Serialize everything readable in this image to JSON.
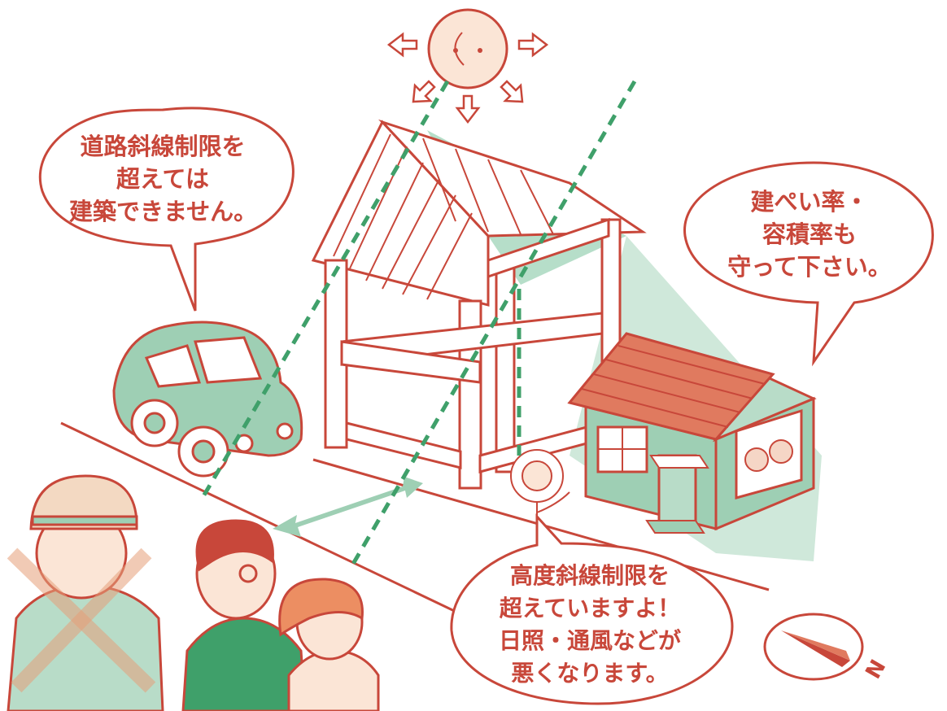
{
  "bubbles": {
    "road": [
      "道路斜線制限を",
      "超えては",
      "建築できません。"
    ],
    "coverage": [
      "建ぺい率・",
      "容積率も",
      "守って下さい。"
    ],
    "height": [
      "高度斜線制限を",
      "超えていますよ！",
      "日照・通風などが",
      "悪くなります。"
    ]
  },
  "compass": {
    "north_label": "N"
  },
  "colors": {
    "line": "#c8473a",
    "green": "#9ecfb4",
    "green_light": "#cfe8da",
    "green_dash": "#3fa06a",
    "roof": "#e07a5f",
    "skin": "#fbe5d6",
    "hair_red": "#c8473a",
    "hair_orange": "#ec8e62",
    "helmet": "#f3d9c2"
  }
}
